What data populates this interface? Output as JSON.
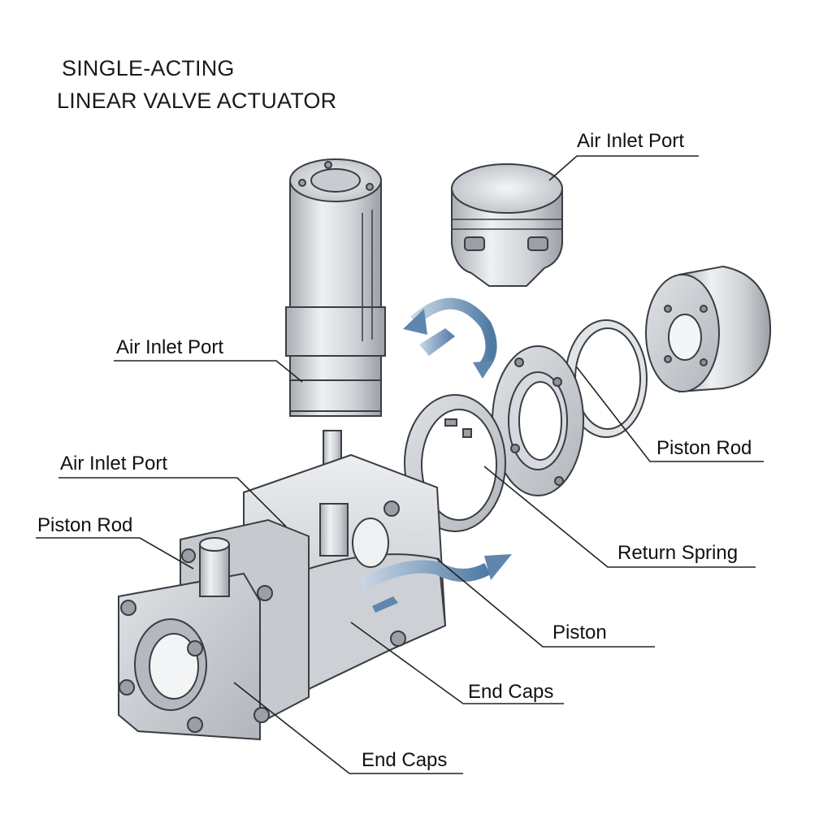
{
  "title": {
    "line1": "SINGLE-ACTING",
    "line2": "LINEAR VALVE ACTUATOR"
  },
  "labels": {
    "air_inlet_top_right": "Air Inlet Port",
    "air_inlet_mid_left": "Air Inlet Port",
    "air_inlet_left": "Air Inlet Port",
    "piston_rod_left": "Piston Rod",
    "piston_rod_right": "Piston Rod",
    "return_spring": "Return Spring",
    "piston": "Piston",
    "end_caps_mid": "End Caps",
    "end_caps_bottom": "End Caps"
  },
  "colors": {
    "metal_light": "#e4e6e9",
    "metal_mid": "#c3c7cc",
    "metal_dark": "#8d939a",
    "outline": "#3a3d42",
    "arrow_blue": "#5f86ad",
    "leader": "#222222"
  }
}
